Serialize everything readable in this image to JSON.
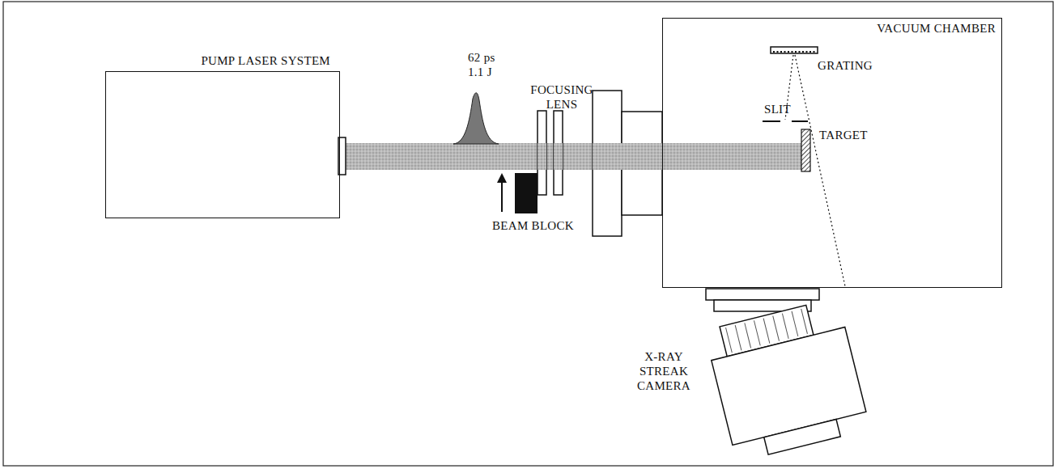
{
  "diagram": {
    "nodes": [
      {
        "text": [
          "PUMP LASER SYSTEM"
        ]
      },
      {
        "text": [
          "VACUUM CHAMBER"
        ]
      }
    ],
    "labels": [
      "62 ps",
      "1.1 J",
      "FOCUSING LENS",
      "BEAM BLOCK",
      "SLIT",
      "GRATING",
      "TARGET",
      "X-RAY STREAK CAMERA"
    ]
  }
}
